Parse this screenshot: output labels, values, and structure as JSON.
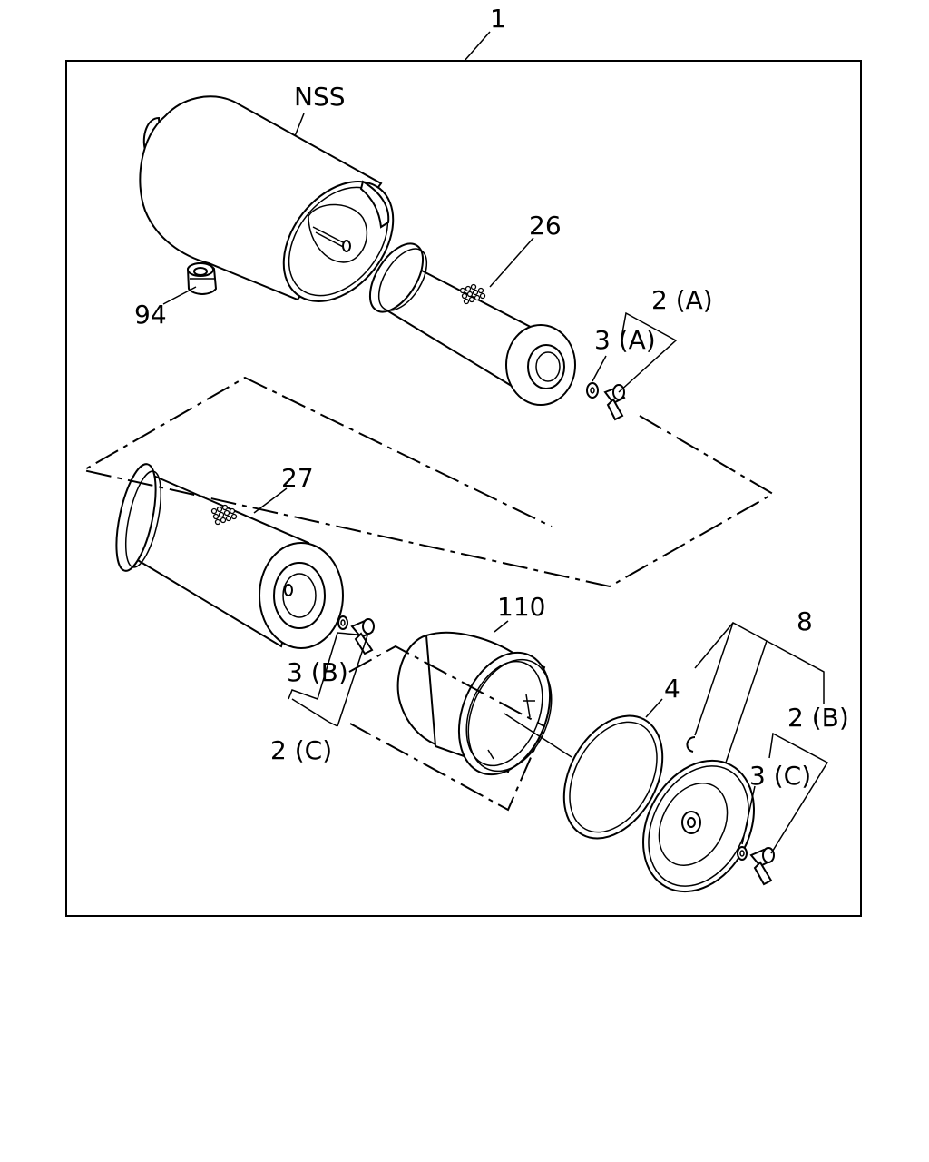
{
  "labels": {
    "assembly": "1",
    "nss": "NSS",
    "p26": "26",
    "p94": "94",
    "p2a": "2 (A)",
    "p3a": "3 (A)",
    "p27": "27",
    "p110": "110",
    "p8": "8",
    "p4": "4",
    "p2b": "2 (B)",
    "p3c": "3 (C)",
    "p3b": "3 (B)",
    "p2c": "2 (C)"
  }
}
